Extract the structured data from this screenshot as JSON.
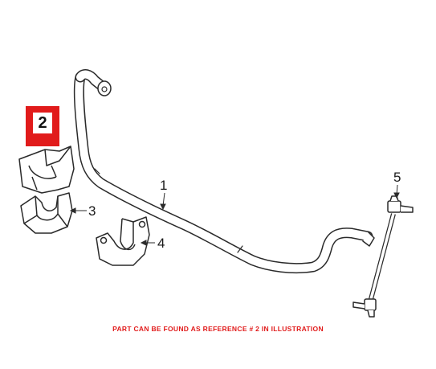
{
  "callouts": {
    "highlighted": "2",
    "stabilizer_bar": "1",
    "bushing_lower": "3",
    "bracket": "4",
    "link": "5"
  },
  "footer_note": "PART CAN BE FOUND AS REFERENCE # 2 IN ILLUSTRATION",
  "colors": {
    "highlight": "#e11b1b",
    "line_art": "#2a2a2a",
    "footer_text": "#e11b1b"
  }
}
